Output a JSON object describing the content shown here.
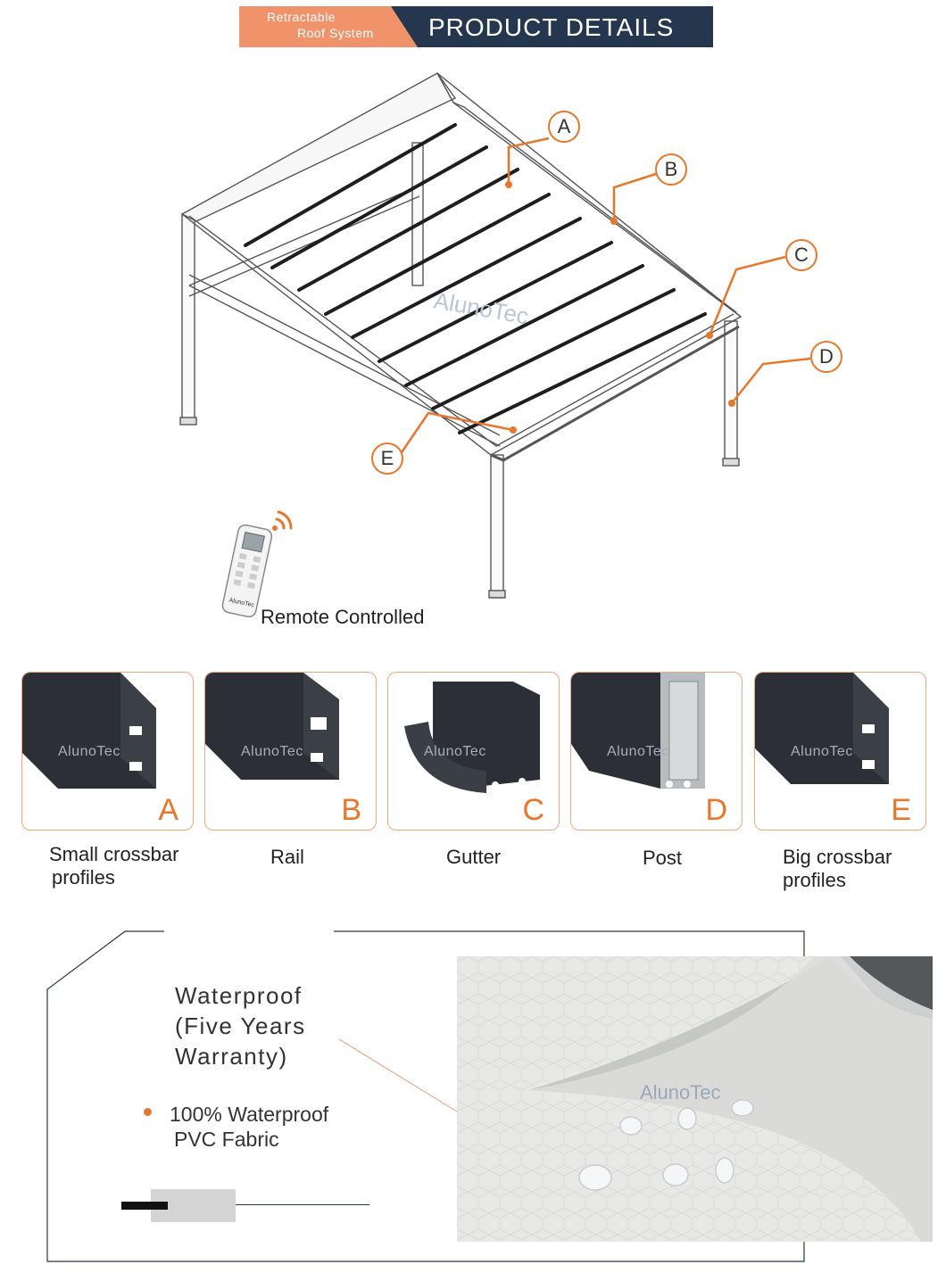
{
  "header": {
    "subtitle_line1": "Retractable",
    "subtitle_line2": "Roof System",
    "title": "PRODUCT DETAILS"
  },
  "diagram": {
    "callouts": [
      "A",
      "B",
      "C",
      "D",
      "E"
    ],
    "watermark": "AlunoTec",
    "remote_label": "Remote Controlled",
    "remote_brand": "AlunoTec"
  },
  "profiles": [
    {
      "letter": "A",
      "name_line1": "Small crossbar",
      "name_line2": "profiles"
    },
    {
      "letter": "B",
      "name_line1": "Rail",
      "name_line2": ""
    },
    {
      "letter": "C",
      "name_line1": "Gutter",
      "name_line2": ""
    },
    {
      "letter": "D",
      "name_line1": "Post",
      "name_line2": ""
    },
    {
      "letter": "E",
      "name_line1": "Big crossbar",
      "name_line2": "profiles"
    }
  ],
  "profile_watermark": "AlunoTec",
  "waterproof": {
    "title_line1": "Waterproof",
    "title_line2": "(Five Years",
    "title_line3": "Warranty)",
    "point_line1": "100% Waterproof",
    "point_line2": "PVC Fabric",
    "photo_watermark": "AlunoTec"
  },
  "colors": {
    "accent": "#e8762b",
    "navy": "#24374f",
    "salmon": "#f0936a",
    "profile_dark": "#2c3036"
  }
}
